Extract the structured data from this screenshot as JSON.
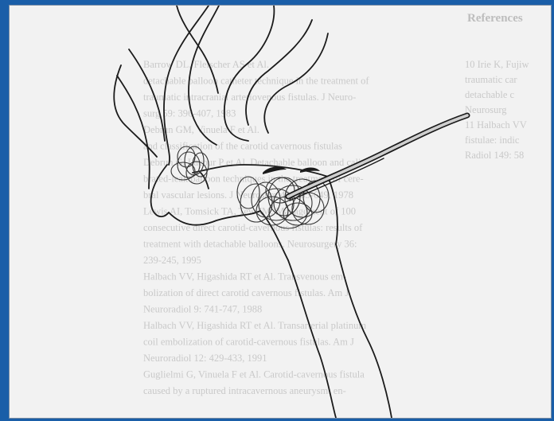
{
  "figure": {
    "background_heading": "References",
    "bleed_through_text": [
      "Barrow DL, Fleischer AS et Al.",
      "detachable balloon catheter technique in the treatment of",
      "traumatic intracranial arteriovenous fistulas. J Neuro-",
      "surg 59: 396-407, 1983",
      "Debrun GM, Vinuela F et Al.",
      "and classification of the carotid cavernous fistulas",
      "Debrun G, Lacour P et Al. Detachable balloon and cali-",
      "brated-leak balloon techniques in the treatment of cere-",
      "bral vascular lesions. J Neurosurg 49: 635-649, 1978",
      "Lewis AI, Tomsick TA, Tew JM. Management of 100",
      "consecutive direct carotid-cavernous fistulas: results of",
      "treatment with detachable balloons. Neurosurgery 36:",
      "239-245, 1995",
      "Halbach VV, Higashida RT et Al. Transvenous em-",
      "bolization of direct carotid cavernous fistulas. Am J",
      "Neuroradiol 9: 741-747, 1988",
      "Halbach VV, Higashida RT et Al. Transarterial platinum",
      "coil embolization of carotid-cavernous fistulas. Am J",
      "Neuroradiol 12: 429-433, 1991",
      "Guglielmi G, Vinuela F et Al. Carotid-cavernous fistula",
      "caused by a ruptured intracavernous aneurysm: en-"
    ],
    "side_text": [
      "10 Irie K, Fujiw",
      "traumatic car",
      "detachable c",
      "Neurosurg",
      "11 Halbach VV",
      "fistulae: indic",
      "Radiol 149: 58"
    ],
    "colors": {
      "frame_border": "#1a5ea8",
      "paper": "#f2f2f2",
      "line": "#1b1b1b"
    }
  }
}
